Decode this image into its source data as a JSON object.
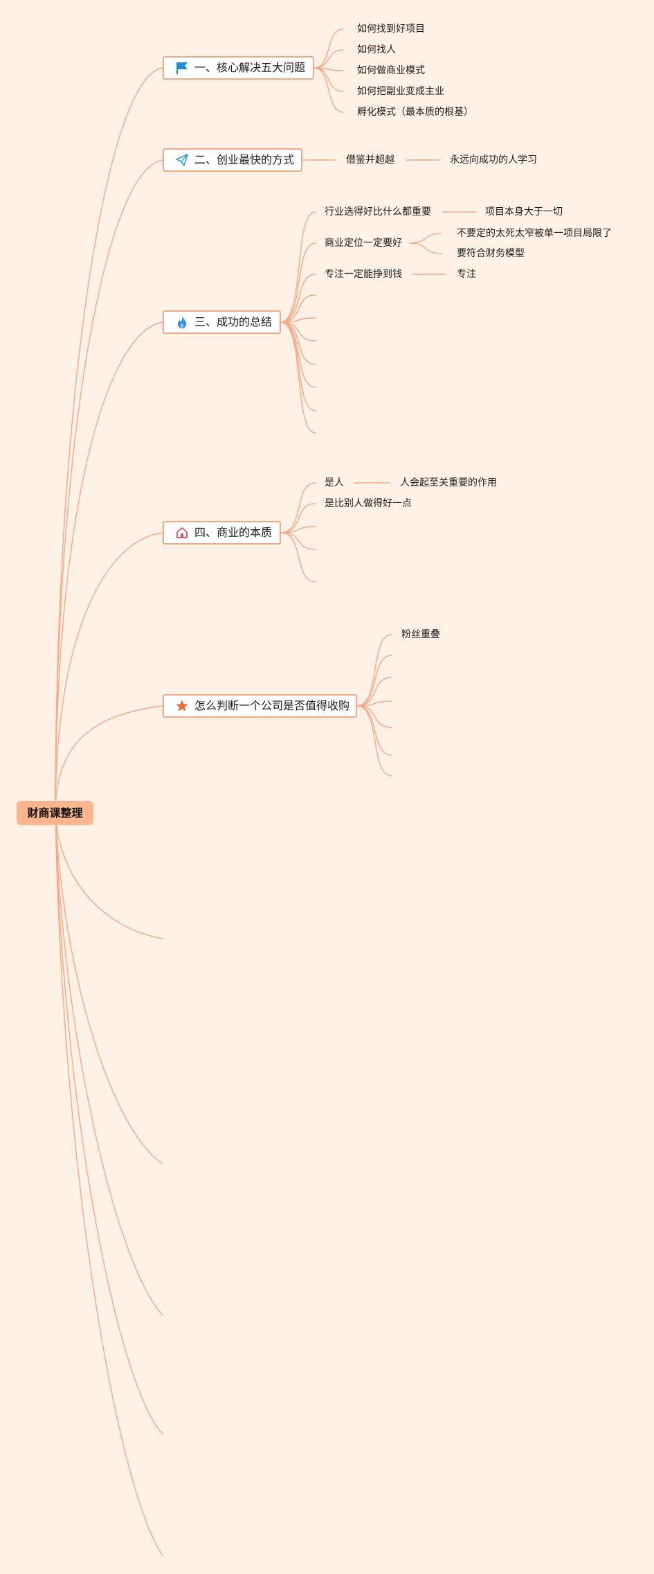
{
  "root": {
    "label": "财商课整理",
    "color": "#fdb58e"
  },
  "colors": {
    "background": "#fff1e6",
    "line": "#f6a785",
    "flag_icon": "#1f8ad8",
    "plane_icon": "#2a9fd6",
    "fire_icon": "#2c8fe6",
    "house_icon": "#e24a6a",
    "star_icon": "#ee6a36"
  },
  "branches": [
    {
      "label": "一、核心解决五大问题",
      "icon": "flag-icon",
      "children": [
        {
          "label": "如何找到好项目"
        },
        {
          "label": "如何找人"
        },
        {
          "label": "如何做商业模式"
        },
        {
          "label": "如何把副业变成主业"
        },
        {
          "label": "孵化模式（最本质的根基）"
        }
      ]
    },
    {
      "label": "二、创业最快的方式",
      "icon": "paper-plane-icon",
      "children": [
        {
          "label": "借鉴并超越",
          "children": [
            {
              "label": "永远向成功的人学习"
            }
          ]
        }
      ]
    },
    {
      "label": "三、成功的总结",
      "icon": "fire-icon",
      "children": [
        {
          "label": "行业选得好比什么都重要",
          "children": [
            {
              "label": "项目本身大于一切"
            }
          ]
        },
        {
          "label": "商业定位一定要好",
          "children": [
            {
              "label": "不要定的太死太窄被单一项目局限了"
            },
            {
              "label": "要符合财务模型"
            }
          ]
        },
        {
          "label": "专注一定能挣到钱",
          "children": [
            {
              "label": "专注"
            }
          ]
        },
        {
          "label": ""
        },
        {
          "label": ""
        },
        {
          "label": ""
        },
        {
          "label": ""
        },
        {
          "label": ""
        },
        {
          "label": ""
        },
        {
          "label": ""
        }
      ]
    },
    {
      "label": "四、商业的本质",
      "icon": "house-icon",
      "children": [
        {
          "label": "是人",
          "children": [
            {
              "label": "人会起至关重要的作用"
            }
          ]
        },
        {
          "label": "是比别人做得好一点"
        },
        {
          "label": ""
        },
        {
          "label": ""
        },
        {
          "label": ""
        }
      ]
    },
    {
      "label": "怎么判断一个公司是否值得收购",
      "icon": "star-icon",
      "children": [
        {
          "label": "粉丝重叠"
        },
        {
          "label": ""
        },
        {
          "label": ""
        },
        {
          "label": ""
        },
        {
          "label": ""
        },
        {
          "label": ""
        },
        {
          "label": ""
        }
      ]
    },
    {
      "label": "",
      "icon": "",
      "children": []
    },
    {
      "label": "",
      "icon": "",
      "children": []
    },
    {
      "label": "",
      "icon": "",
      "children": []
    },
    {
      "label": "",
      "icon": "",
      "children": []
    },
    {
      "label": "",
      "icon": "",
      "children": []
    }
  ]
}
